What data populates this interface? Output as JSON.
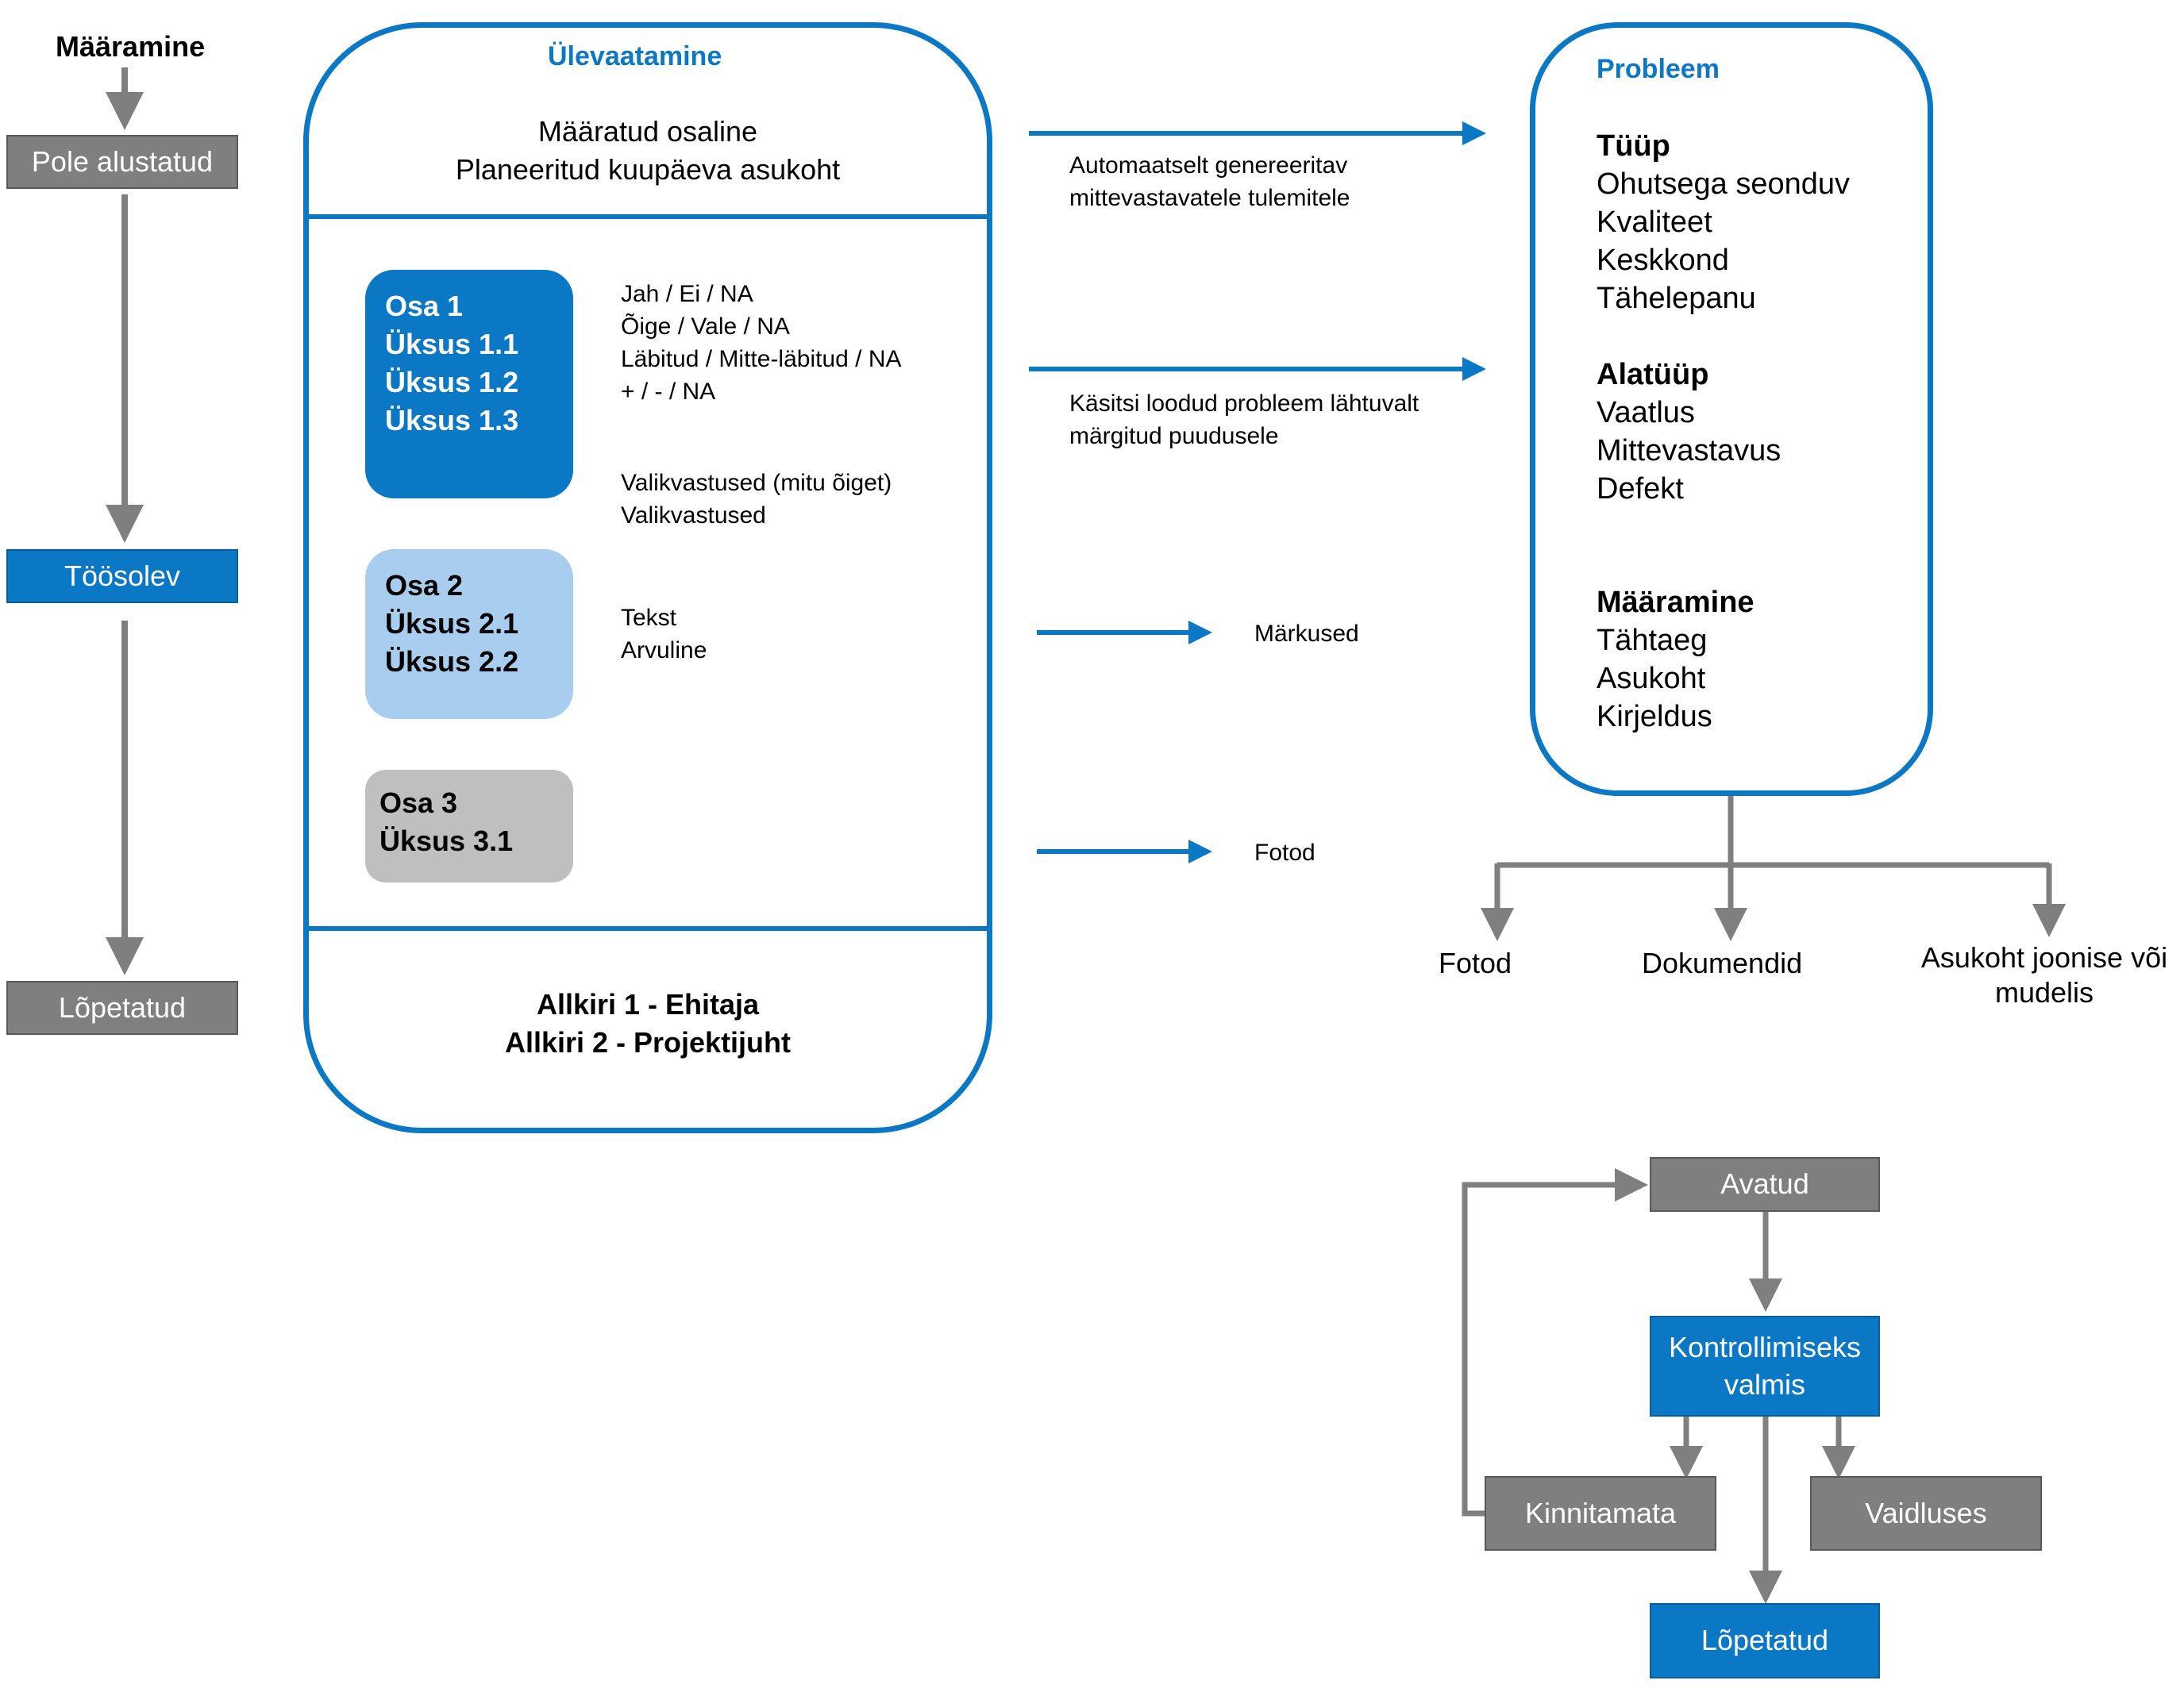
{
  "lifecycle": {
    "heading": "Määramine",
    "states": [
      "Pole alustatud",
      "Töösolev",
      "Lõpetatud"
    ]
  },
  "overview": {
    "title": "Ülevaatamine",
    "header_lines": [
      "Määratud osaline",
      "Planeeritud kuupäeva asukoht"
    ],
    "part1": [
      "Osa 1",
      "Üksus 1.1",
      "Üksus 1.2",
      "Üksus 1.3"
    ],
    "part2": [
      "Osa 2",
      "Üksus 2.1",
      "Üksus 2.2"
    ],
    "part3": [
      "Osa 3",
      "Üksus 3.1"
    ],
    "answer_types_1": [
      "Jah / Ei / NA",
      "Õige / Vale / NA",
      "Läbitud / Mitte-läbitud / NA",
      "+ / - / NA"
    ],
    "answer_types_2": [
      "Valikvastused (mitu õiget)",
      "Valikvastused"
    ],
    "answer_types_3": [
      "Tekst",
      "Arvuline"
    ],
    "signatures": [
      "Allkiri 1 - Ehitaja",
      "Allkiri 2 - Projektijuht"
    ]
  },
  "connectors": {
    "auto_label": [
      "Automaatselt genereeritav",
      "mittevastavatele tulemitele"
    ],
    "manual_label": [
      "Käsitsi loodud probleem lähtuvalt",
      "märgitud puudusele"
    ],
    "remarks": "Märkused",
    "photos": "Fotod"
  },
  "problem": {
    "title": "Probleem",
    "type_heading": "Tüüp",
    "types": [
      "Ohutsega seonduv",
      "Kvaliteet",
      "Keskkond",
      "Tähelepanu"
    ],
    "subtype_heading": "Alatüüp",
    "subtypes": [
      "Vaatlus",
      "Mittevastavus",
      "Defekt"
    ],
    "assign_heading": "Määramine",
    "assign_fields": [
      "Tähtaeg",
      "Asukoht",
      "Kirjeldus"
    ],
    "attachments": [
      "Fotod",
      "Dokumendid",
      "Asukoht joonise või",
      "mudelis"
    ]
  },
  "workflow": {
    "open": "Avatud",
    "ready": [
      "Kontrollimiseks",
      "valmis"
    ],
    "unconfirmed": "Kinnitamata",
    "disputed": "Vaidluses",
    "done": "Lõpetatud"
  },
  "colors": {
    "blue": "#0b78c5",
    "light_blue": "#a9cdee",
    "gray": "#7f7f7f",
    "light_gray": "#bfbfbf"
  }
}
